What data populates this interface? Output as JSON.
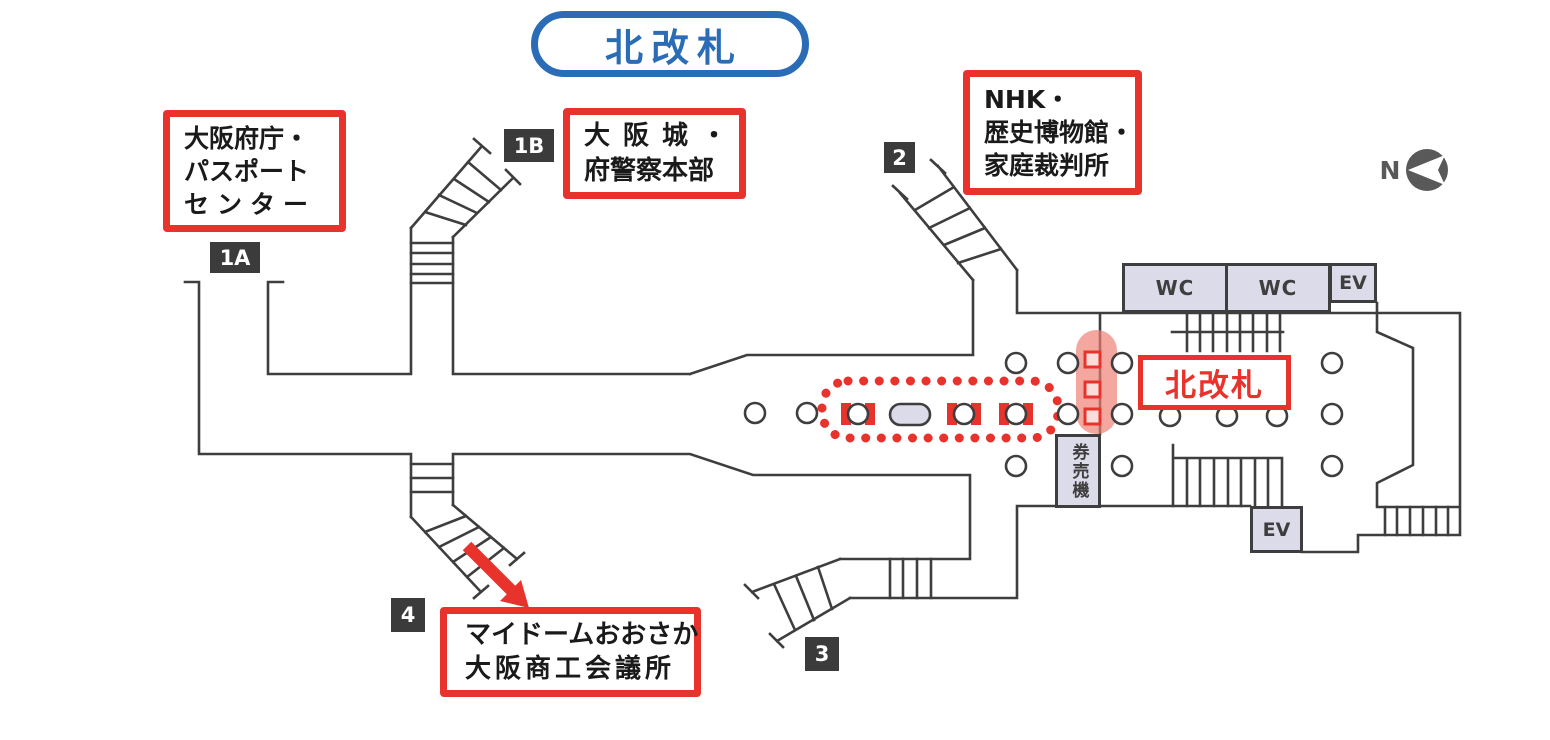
{
  "map": {
    "title_badge": "北改札",
    "gate_label": "北改札",
    "north_indicator": "N",
    "exits": {
      "exit_1a": "1A",
      "exit_1b": "1B",
      "exit_2": "2",
      "exit_3": "3",
      "exit_4": "4"
    },
    "landmarks": {
      "northwest": {
        "lines": [
          "大阪府庁・",
          "パスポート",
          "センター"
        ]
      },
      "north": {
        "lines": [
          "大阪城・",
          "府警察本部"
        ]
      },
      "northeast": {
        "lines": [
          "NHK・",
          "歴史博物館・",
          "家庭裁判所"
        ]
      },
      "south": {
        "lines": [
          "マイドームおおさか",
          "大阪商工会議所"
        ]
      }
    },
    "facilities": {
      "wc_left": "WC",
      "wc_right": "WC",
      "elevator_upper": "EV",
      "elevator_lower": "EV",
      "ticket_machines": "券売機"
    },
    "colors": {
      "accent_red": "#e8332d",
      "brand_blue": "#2b6cb7",
      "wall_gray": "#3f3e3e",
      "room_fill": "#dcdbe9",
      "gate_highlight_pink": "#ed7d72",
      "badge_dark": "#3b3b3b"
    }
  }
}
